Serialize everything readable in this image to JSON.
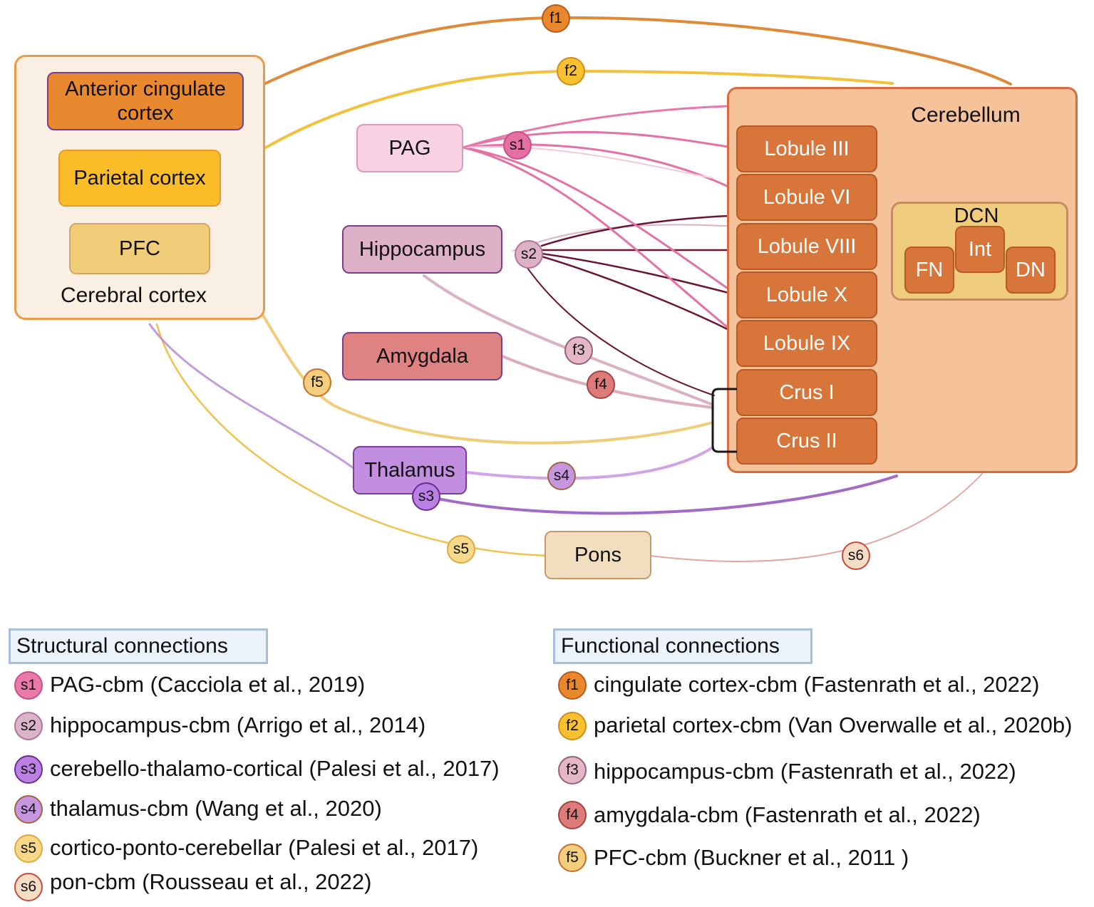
{
  "colors": {
    "f1": "#e8872b",
    "f2": "#f3c23a",
    "f3": "#dcb1c5",
    "f4": "#dd7b7b",
    "f5": "#f0cd78",
    "s1": "#e879a9",
    "s2": "#dcb3c8",
    "s3": "#a565d2",
    "s4": "#c697e0",
    "s5": "#f6d888",
    "s6": "#f0c9b1",
    "dark_tract": "#6b1530"
  },
  "nodes": {
    "acc": "Anterior cingulate cortex",
    "parietal": "Parietal cortex",
    "pfc": "PFC",
    "cerebral_cortex": "Cerebral cortex",
    "pag": "PAG",
    "hippocampus": "Hippocampus",
    "amygdala": "Amygdala",
    "thalamus": "Thalamus",
    "pons": "Pons",
    "cerebellum": "Cerebellum",
    "lobules": [
      "Lobule III",
      "Lobule VI",
      "Lobule VIII",
      "Lobule X",
      "Lobule IX",
      "Crus I",
      "Crus II"
    ],
    "dcn": "DCN",
    "fn": "FN",
    "int": "Int",
    "dn": "DN"
  },
  "badges": {
    "f1": "f1",
    "f2": "f2",
    "f3": "f3",
    "f4": "f4",
    "f5": "f5",
    "s1": "s1",
    "s2": "s2",
    "s3": "s3",
    "s4": "s4",
    "s5": "s5",
    "s6": "s6"
  },
  "legend": {
    "structural_title": "Structural connections",
    "functional_title": "Functional connections",
    "structural": [
      {
        "id": "s1",
        "text": "PAG-cbm (Cacciola et al., 2019)"
      },
      {
        "id": "s2",
        "text": "hippocampus-cbm (Arrigo et al., 2014)"
      },
      {
        "id": "s3",
        "text": "cerebello-thalamo-cortical (Palesi et al., 2017)"
      },
      {
        "id": "s4",
        "text": "thalamus-cbm (Wang et al., 2020)"
      },
      {
        "id": "s5",
        "text": "cortico-ponto-cerebellar (Palesi et al., 2017)"
      },
      {
        "id": "s6",
        "text": "pon-cbm (Rousseau et al., 2022)"
      }
    ],
    "functional": [
      {
        "id": "f1",
        "text": "cingulate cortex-cbm (Fastenrath et al., 2022)"
      },
      {
        "id": "f2",
        "text": "parietal cortex-cbm (Van Overwalle et al., 2020b)"
      },
      {
        "id": "f3",
        "text": "hippocampus-cbm (Fastenrath et al., 2022)"
      },
      {
        "id": "f4",
        "text": "amygdala-cbm (Fastenrath et al., 2022)"
      },
      {
        "id": "f5",
        "text": "PFC-cbm (Buckner et al., 2011 )"
      }
    ]
  }
}
